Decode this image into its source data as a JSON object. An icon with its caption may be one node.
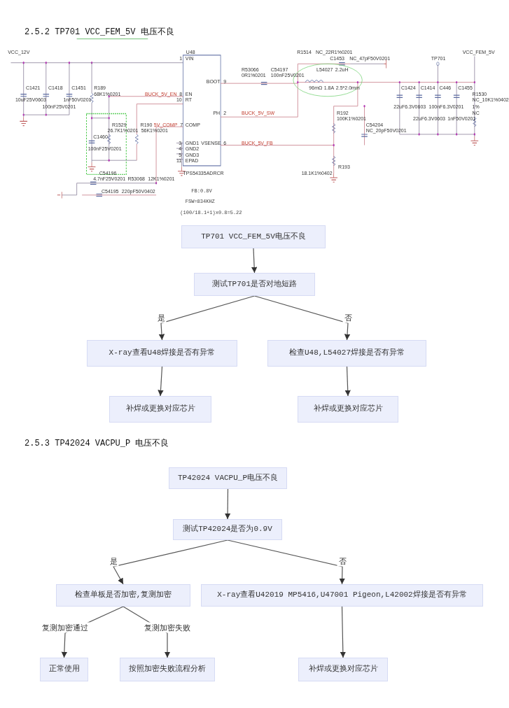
{
  "diagram": {
    "nodes": [
      {
        "text": [
          "TP701 VCC_FEM_5V电压不良"
        ]
      },
      {
        "text": [
          "测试TP701是否对地短路"
        ]
      },
      {
        "text": [
          "X-ray查看U48焊接是否有异常"
        ]
      },
      {
        "text": [
          "检查U48,L54027焊接是否有异常"
        ]
      },
      {
        "text": [
          "补焊或更换对应芯片"
        ]
      },
      {
        "text": [
          "补焊或更换对应芯片"
        ]
      },
      {
        "text": [
          "TP42024 VACPU_P电压不良"
        ]
      },
      {
        "text": [
          "测试TP42024是否为0.9V"
        ]
      },
      {
        "text": [
          "检查单板是否加密,复测加密"
        ]
      },
      {
        "text": [
          "X-ray查看U42019 MP5416,U47001 Pigeon,L42002焊接是否有异常"
        ]
      },
      {
        "text": [
          "正常使用"
        ]
      },
      {
        "text": [
          "按照加密失败流程分析"
        ]
      },
      {
        "text": [
          "补焊或更换对应芯片"
        ]
      }
    ],
    "edges": [
      {
        "from": 0,
        "to": 1,
        "arrow": "to"
      },
      {
        "from": 1,
        "to": 2,
        "arrow": "to",
        "label": "是"
      },
      {
        "from": 1,
        "to": 3,
        "arrow": "to",
        "label": "否"
      },
      {
        "from": 2,
        "to": 4,
        "arrow": "to"
      },
      {
        "from": 3,
        "to": 5,
        "arrow": "to"
      },
      {
        "from": 6,
        "to": 7,
        "arrow": "to"
      },
      {
        "from": 7,
        "to": 8,
        "arrow": "to",
        "label": "是"
      },
      {
        "from": 7,
        "to": 9,
        "arrow": "to",
        "label": "否"
      },
      {
        "from": 8,
        "to": 10,
        "arrow": "to",
        "label": "复测加密通过"
      },
      {
        "from": 8,
        "to": 11,
        "arrow": "to",
        "label": "复测加密失败"
      },
      {
        "from": 9,
        "to": 12,
        "arrow": "to"
      }
    ],
    "labels": [
      "2.5.2  TP701 VCC_FEM_5V 电压不良",
      "VCC_12V",
      "U48",
      "R1514",
      "NC_22R1%0201",
      "VCC_FEM_5V",
      "1",
      "VIN",
      "C1453",
      "NC_47pF50V0201",
      "TP701",
      "R53066",
      "C54197",
      "L54027",
      "2.2uH",
      "0R1%0201",
      "100nF25V0201",
      "BOOT",
      "9",
      "C1421",
      "C1418",
      "C1451",
      "R189",
      "96mΩ",
      "1.8A",
      "2.5*2.0mm",
      "C1424",
      "C1414",
      "C446",
      "C1455",
      "68K1%0201",
      "BUCK_5V_EN",
      "8",
      "EN",
      "R1530",
      "10uF25V0603",
      "1nF50V0201",
      "10",
      "RT",
      "NC_10K1%0402",
      "100nF25V0201",
      "22uF6.3V0603",
      "100nF6.3V0201",
      "1%",
      "PH",
      "2",
      "BUCK_5V_SW",
      "R192",
      "NC",
      "100K1%0201",
      "22uF6.3V0603",
      "1nF50V0201",
      "R1529",
      "R190",
      "5V_COMP",
      "7",
      "COMP",
      "C54204",
      "26.7K1%0201",
      "56K1%0201",
      "NC_20pF50V0201",
      "C1460",
      "3",
      "GND1",
      "VSENSE",
      "6",
      "BUCK_5V_FB",
      "100nF25V0201",
      "4",
      "GND2",
      "5",
      "GND3",
      "11",
      "EPAD",
      "R193",
      "C54196",
      "TPS54335ADRCR",
      "18.1K1%0402",
      "4.7nF25V0201",
      "R53068",
      "12K1%0201",
      "C54195",
      "220pF50V0402",
      "FB:0.8V",
      "FSW=834KHZ",
      "(100/18.1+1)x0.8=5.22",
      "2.5.3  TP42024 VACPU_P 电压不良"
    ]
  }
}
